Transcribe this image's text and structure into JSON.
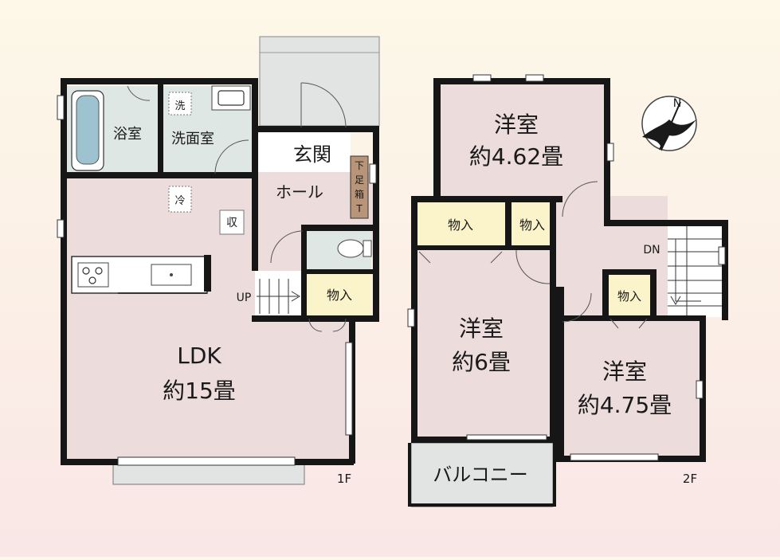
{
  "floor1": {
    "label": "1F",
    "rooms": {
      "ldk": {
        "name": "LDK",
        "size": "約15畳"
      },
      "bath": "浴室",
      "washroom": "洗面室",
      "entrance": "玄関",
      "hall": "ホール",
      "storage": "物入",
      "shoe_box": [
        "下",
        "足",
        "箱",
        "T"
      ],
      "shu": "収",
      "washer": "洗",
      "fridge": "冷",
      "up": "UP"
    }
  },
  "floor2": {
    "label": "2F",
    "rooms": {
      "west_a": {
        "name": "洋室",
        "size": "約4.62畳"
      },
      "west_b": {
        "name": "洋室",
        "size": "約6畳"
      },
      "west_c": {
        "name": "洋室",
        "size": "約4.75畳"
      },
      "closet": "物入",
      "balcony": "バルコニー",
      "down": "DN"
    }
  },
  "compass": {
    "north": "N"
  },
  "colors": {
    "room_pink": "#ecdcdc",
    "wet_gray": "#dfe7e4",
    "floor_gray": "#e2e3e3",
    "closet_yellow": "#fbf3c9",
    "shoe_brown": "#b89478",
    "wall": "#161616"
  }
}
